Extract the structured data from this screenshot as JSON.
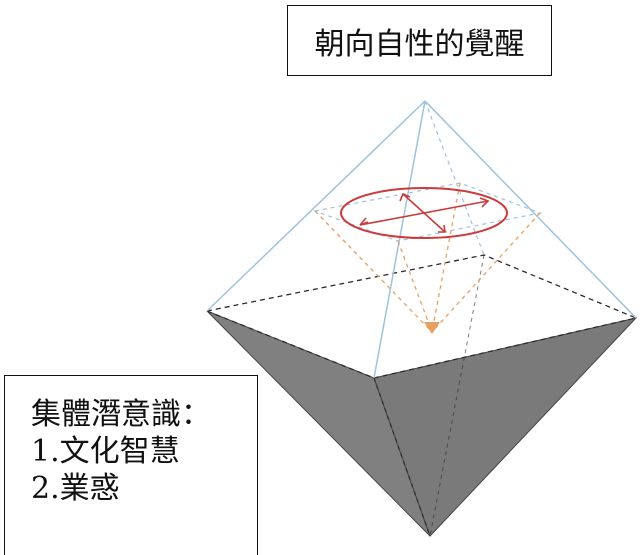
{
  "title": "朝向自性的覺醒",
  "note": {
    "heading": "集體潛意識：",
    "items": [
      "1.文化智慧",
      "2.業惑"
    ]
  },
  "colors": {
    "upper_pyramid_edges": "#9dc3de",
    "dashed_black": "#2b2b2b",
    "dashed_blue": "#9dc3de",
    "dashed_orange": "#e8a060",
    "ellipse_red": "#cc3b3b",
    "lower_pyramid_fill": "#808080"
  }
}
